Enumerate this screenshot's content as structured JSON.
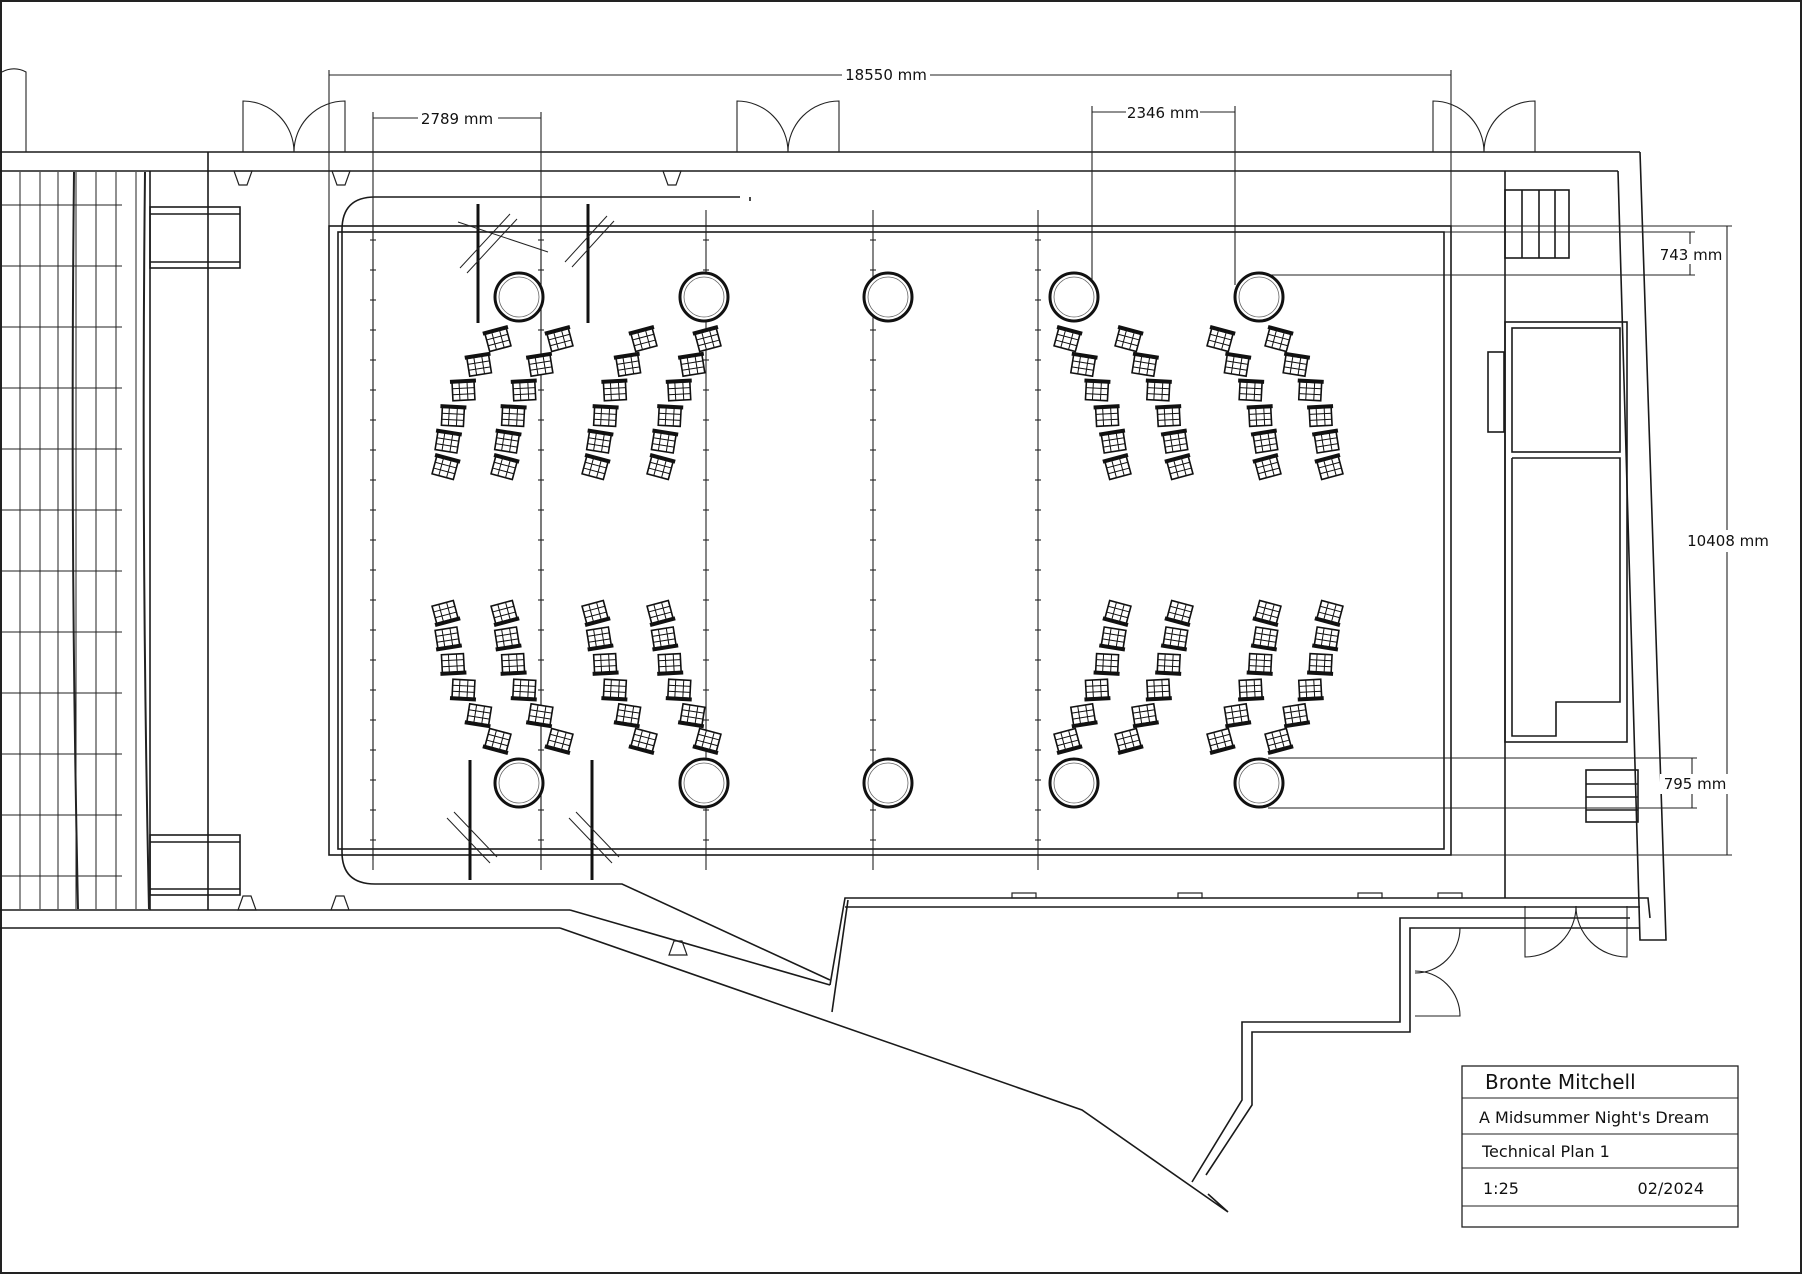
{
  "dimensions": {
    "overall_width": "18550 mm",
    "bay_spacing": "2789 mm",
    "pillar_spacing": "2346 mm",
    "top_offset": "743 mm",
    "overall_depth": "10408 mm",
    "bottom_offset": "795 mm"
  },
  "title_block": {
    "designer": "Bronte Mitchell",
    "production": "A Midsummer Night's Dream",
    "sheet": "Technical Plan 1",
    "scale": "1:25",
    "date": "02/2024"
  },
  "symbols": {
    "pillar": "circle",
    "seat": "chair-icon",
    "door": "door-swing-icon",
    "lighting_bar": "lx-bar"
  },
  "colors": {
    "line": "#1a1a1a",
    "background": "#ffffff"
  }
}
